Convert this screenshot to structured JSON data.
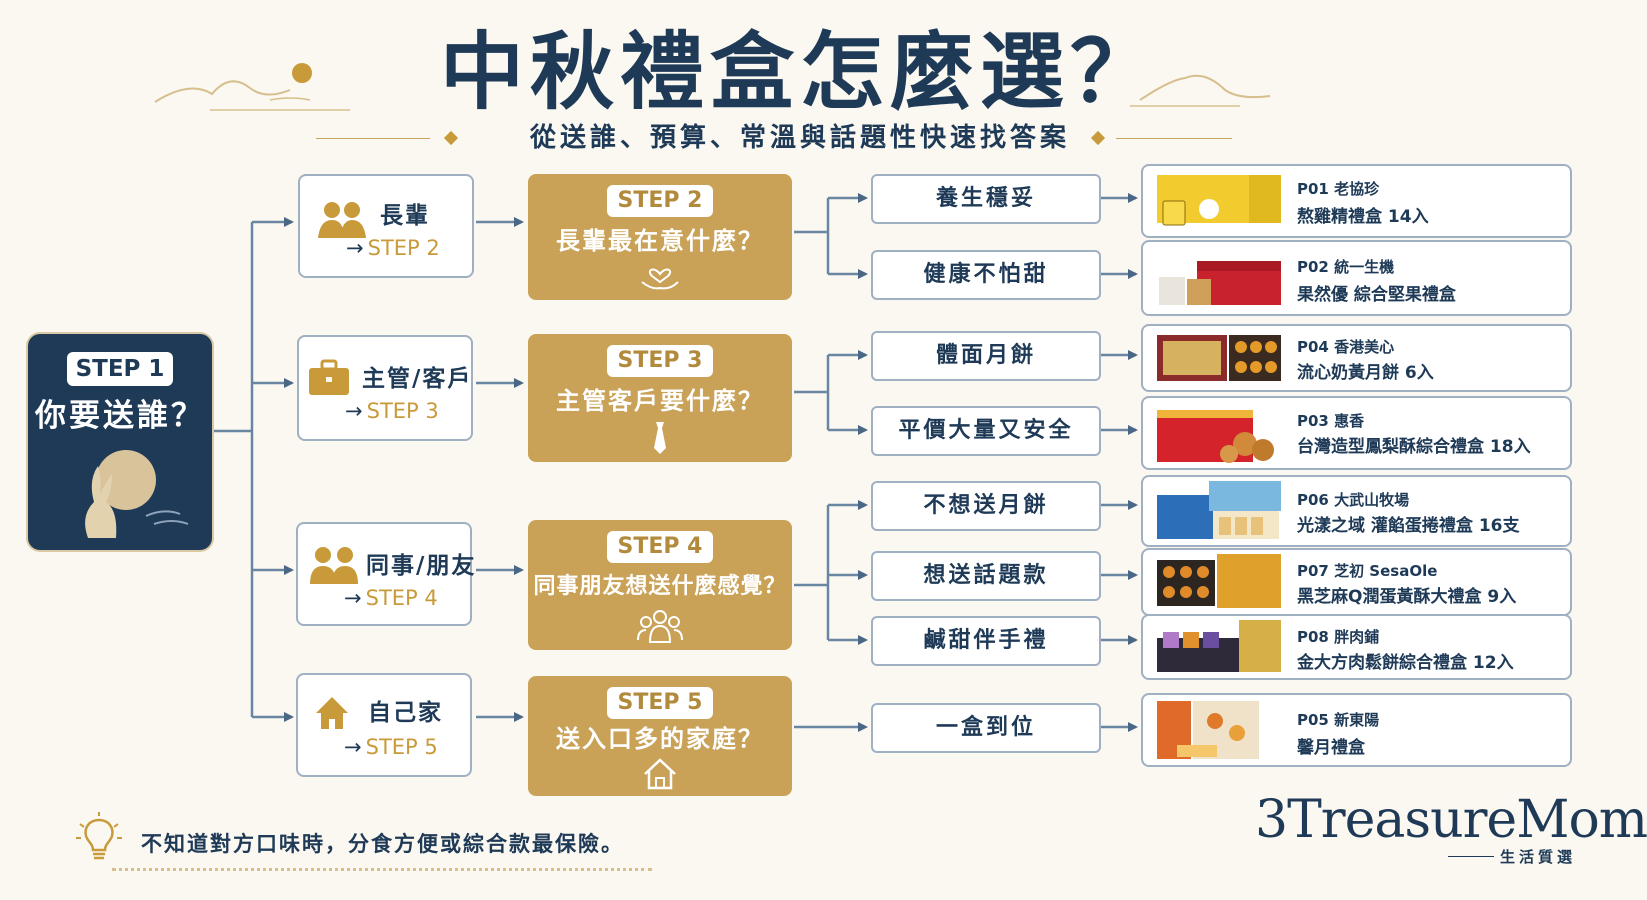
{
  "header": {
    "title": "中秋禮盒怎麼選？",
    "subtitle": "從送誰、預算、常溫與話題性快速找答案"
  },
  "step1": {
    "badge": "STEP 1",
    "question": "你要送誰？"
  },
  "recipients": [
    {
      "label": "長輩",
      "arrow": "→",
      "next": "STEP 2",
      "icon": "elders-icon"
    },
    {
      "label": "主管/客戶",
      "arrow": "→",
      "next": "STEP 3",
      "icon": "briefcase-icon"
    },
    {
      "label": "同事/朋友",
      "arrow": "→",
      "next": "STEP 4",
      "icon": "friends-icon"
    },
    {
      "label": "自己家",
      "arrow": "→",
      "next": "STEP 5",
      "icon": "home-icon"
    }
  ],
  "steps": [
    {
      "badge": "STEP 2",
      "question": "長輩最在意什麼？",
      "icon": "heart-hand-icon"
    },
    {
      "badge": "STEP 3",
      "question": "主管客戶要什麼？",
      "icon": "tie-icon"
    },
    {
      "badge": "STEP 4",
      "question": "同事朋友想送什麼感覺？",
      "icon": "group-icon"
    },
    {
      "badge": "STEP 5",
      "question": "送入口多的家庭？",
      "icon": "house-icon"
    }
  ],
  "needs": [
    "養生穩妥",
    "健康不怕甜",
    "體面月餅",
    "平價大量又安全",
    "不想送月餅",
    "想送話題款",
    "鹹甜伴手禮",
    "一盒到位"
  ],
  "products": [
    {
      "code": "P01 老協珍",
      "name": "熬雞精禮盒 14入"
    },
    {
      "code": "P02 統一生機",
      "name": "果然優 綜合堅果禮盒"
    },
    {
      "code": "P04 香港美心",
      "name": "流心奶黃月餅 6入"
    },
    {
      "code": "P03 惠香",
      "name": "台灣造型鳳梨酥綜合禮盒 18入"
    },
    {
      "code": "P06 大武山牧場",
      "name": "光漾之域 灌餡蛋捲禮盒 16支"
    },
    {
      "code": "P07 芝初 SesaOle",
      "name": "黑芝麻Q潤蛋黃酥大禮盒 9入"
    },
    {
      "code": "P08 胖肉鋪",
      "name": "金大方肉鬆餅綜合禮盒 12入"
    },
    {
      "code": "P05 新東陽",
      "name": "馨月禮盒"
    }
  ],
  "tip": {
    "text": "不知道對方口味時，分食方便或綜合款最保險。",
    "icon": "lightbulb-icon"
  },
  "brand": {
    "name": "3TreasureMom",
    "tagline": "生活質選"
  },
  "colors": {
    "navy": "#1e3a57",
    "gold": "#c9a258",
    "border": "#9fb0c2",
    "background": "#fbf8f1"
  }
}
